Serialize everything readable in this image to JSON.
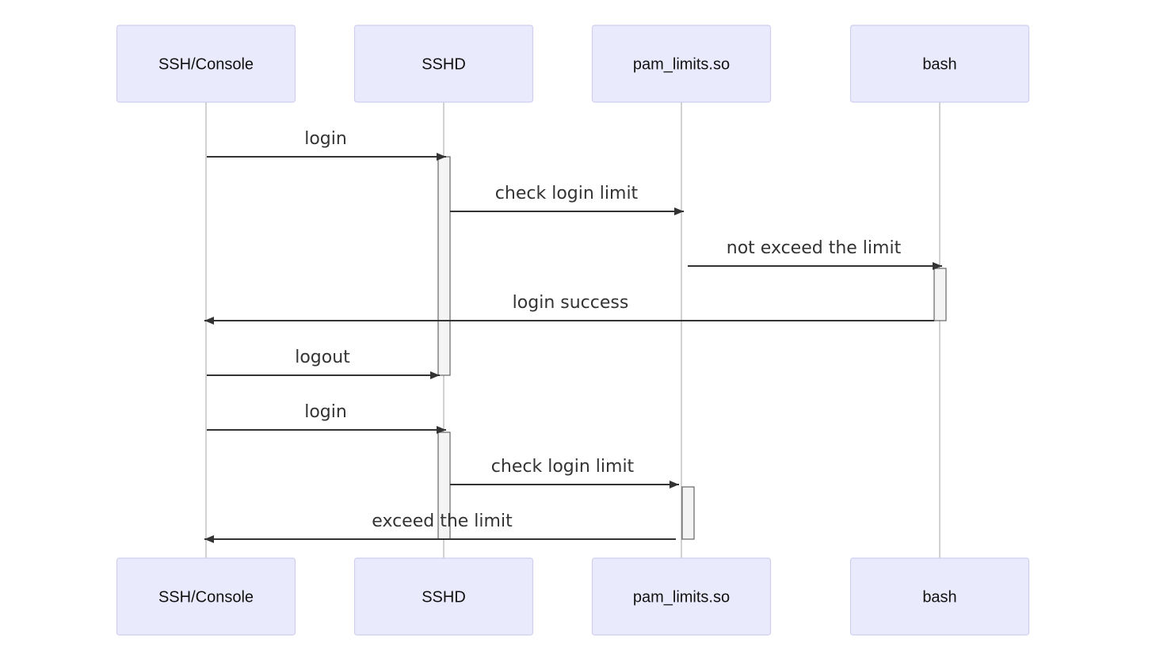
{
  "diagram": {
    "participants": [
      {
        "id": "client",
        "label": "SSH/Console"
      },
      {
        "id": "sshd",
        "label": "SSHD"
      },
      {
        "id": "pam",
        "label": "pam_limits.so"
      },
      {
        "id": "bash",
        "label": "bash"
      }
    ],
    "messages": [
      {
        "from": "client",
        "to": "sshd",
        "label": "login"
      },
      {
        "from": "sshd",
        "to": "pam",
        "label": "check login limit"
      },
      {
        "from": "pam",
        "to": "bash",
        "label": "not exceed the limit"
      },
      {
        "from": "bash",
        "to": "client",
        "label": "login success"
      },
      {
        "from": "client",
        "to": "sshd",
        "label": "logout"
      },
      {
        "from": "client",
        "to": "sshd",
        "label": "login"
      },
      {
        "from": "sshd",
        "to": "pam",
        "label": "check login limit"
      },
      {
        "from": "pam",
        "to": "client",
        "label": "exceed the limit"
      }
    ]
  }
}
